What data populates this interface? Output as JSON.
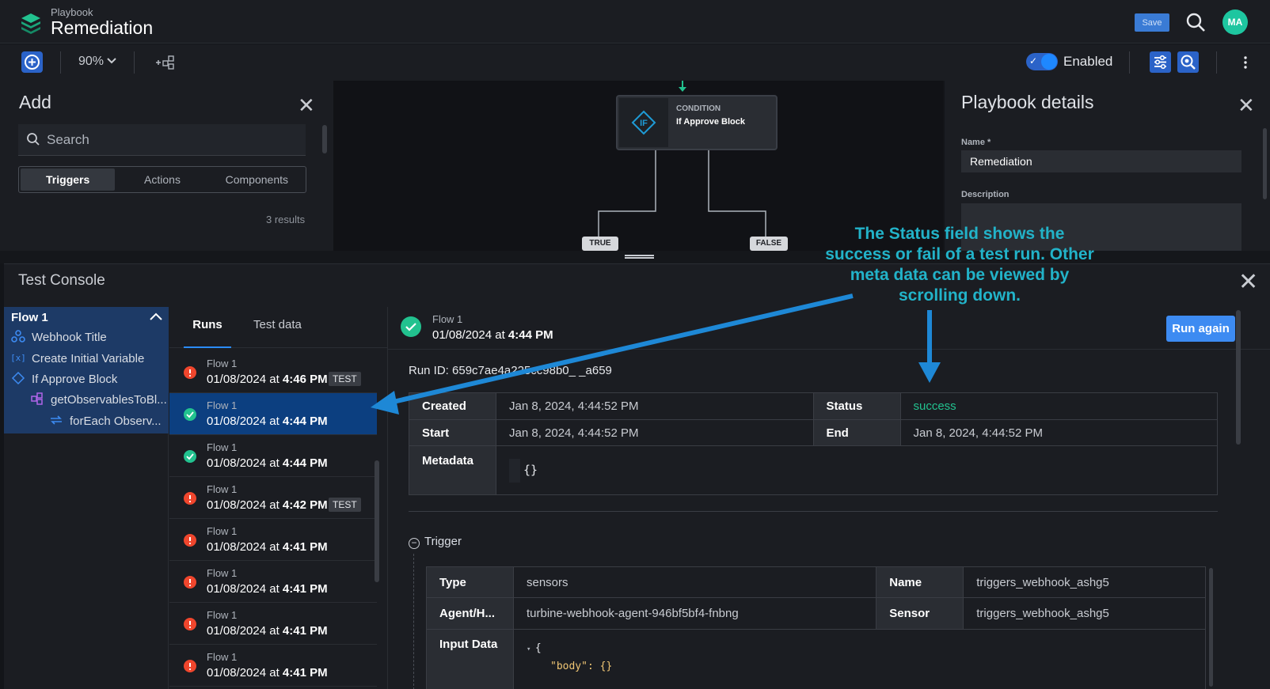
{
  "header": {
    "subtitle": "Playbook",
    "title": "Remediation",
    "save_label": "Save",
    "avatar_initials": "MA"
  },
  "toolbar": {
    "zoom": "90%",
    "enabled_label": "Enabled",
    "enabled": true
  },
  "add_panel": {
    "title": "Add",
    "search_placeholder": "Search",
    "tabs": [
      "Triggers",
      "Actions",
      "Components"
    ],
    "active_tab": "Triggers",
    "results": "3 results"
  },
  "canvas": {
    "node_type": "CONDITION",
    "node_name": "If Approve Block",
    "node_icon": "IF",
    "branch_true": "TRUE",
    "branch_false": "FALSE"
  },
  "details_panel": {
    "title": "Playbook details",
    "name_label": "Name *",
    "name_value": "Remediation",
    "description_label": "Description"
  },
  "console": {
    "title": "Test Console",
    "tree": {
      "flow": "Flow 1",
      "items": [
        "Webhook Title",
        "Create Initial Variable",
        "If Approve Block",
        "getObservablesToBl...",
        "forEach Observ..."
      ]
    },
    "tabs": [
      "Runs",
      "Test data"
    ],
    "runs": [
      {
        "flow": "Flow 1",
        "date": "01/08/2024 at ",
        "time": "4:46 PM",
        "status": "error",
        "tag": "TEST"
      },
      {
        "flow": "Flow 1",
        "date": "01/08/2024 at ",
        "time": "4:44 PM",
        "status": "success",
        "tag": ""
      },
      {
        "flow": "Flow 1",
        "date": "01/08/2024 at ",
        "time": "4:44 PM",
        "status": "success",
        "tag": ""
      },
      {
        "flow": "Flow 1",
        "date": "01/08/2024 at ",
        "time": "4:42 PM",
        "status": "error",
        "tag": "TEST"
      },
      {
        "flow": "Flow 1",
        "date": "01/08/2024 at ",
        "time": "4:41 PM",
        "status": "error",
        "tag": ""
      },
      {
        "flow": "Flow 1",
        "date": "01/08/2024 at ",
        "time": "4:41 PM",
        "status": "error",
        "tag": ""
      },
      {
        "flow": "Flow 1",
        "date": "01/08/2024 at ",
        "time": "4:41 PM",
        "status": "error",
        "tag": ""
      },
      {
        "flow": "Flow 1",
        "date": "01/08/2024 at ",
        "time": "4:41 PM",
        "status": "error",
        "tag": ""
      }
    ],
    "detail": {
      "flow": "Flow 1",
      "date": "01/08/2024 at ",
      "time": "4:44 PM",
      "run_again": "Run again",
      "run_id": "Run ID: 659c7ae4a225cc98b0_ _a659",
      "created_label": "Created",
      "created": "Jan 8, 2024, 4:44:52 PM",
      "status_label": "Status",
      "status": "success",
      "start_label": "Start",
      "start": "Jan 8, 2024, 4:44:52 PM",
      "end_label": "End",
      "end": "Jan 8, 2024, 4:44:52 PM",
      "metadata_label": "Metadata",
      "metadata": "{}",
      "trigger_label": "Trigger",
      "type_label": "Type",
      "type": "sensors",
      "name_label": "Name",
      "name": "triggers_webhook_ashg5",
      "agent_label": "Agent/H...",
      "agent": "turbine-webhook-agent-946bf5bf4-fnbng",
      "sensor_label": "Sensor",
      "sensor": "triggers_webhook_ashg5",
      "input_label": "Input Data",
      "input_line1": "{",
      "input_line2": "\"body\": {}"
    }
  },
  "annotation": "The Status field shows the success or fail of a test run. Other meta data can be viewed by scrolling down.",
  "colors": {
    "accent": "#2b63c8",
    "success": "#22c28f",
    "error": "#f0462d",
    "annotation": "#22b3c9",
    "arrow": "#1e88d6"
  }
}
